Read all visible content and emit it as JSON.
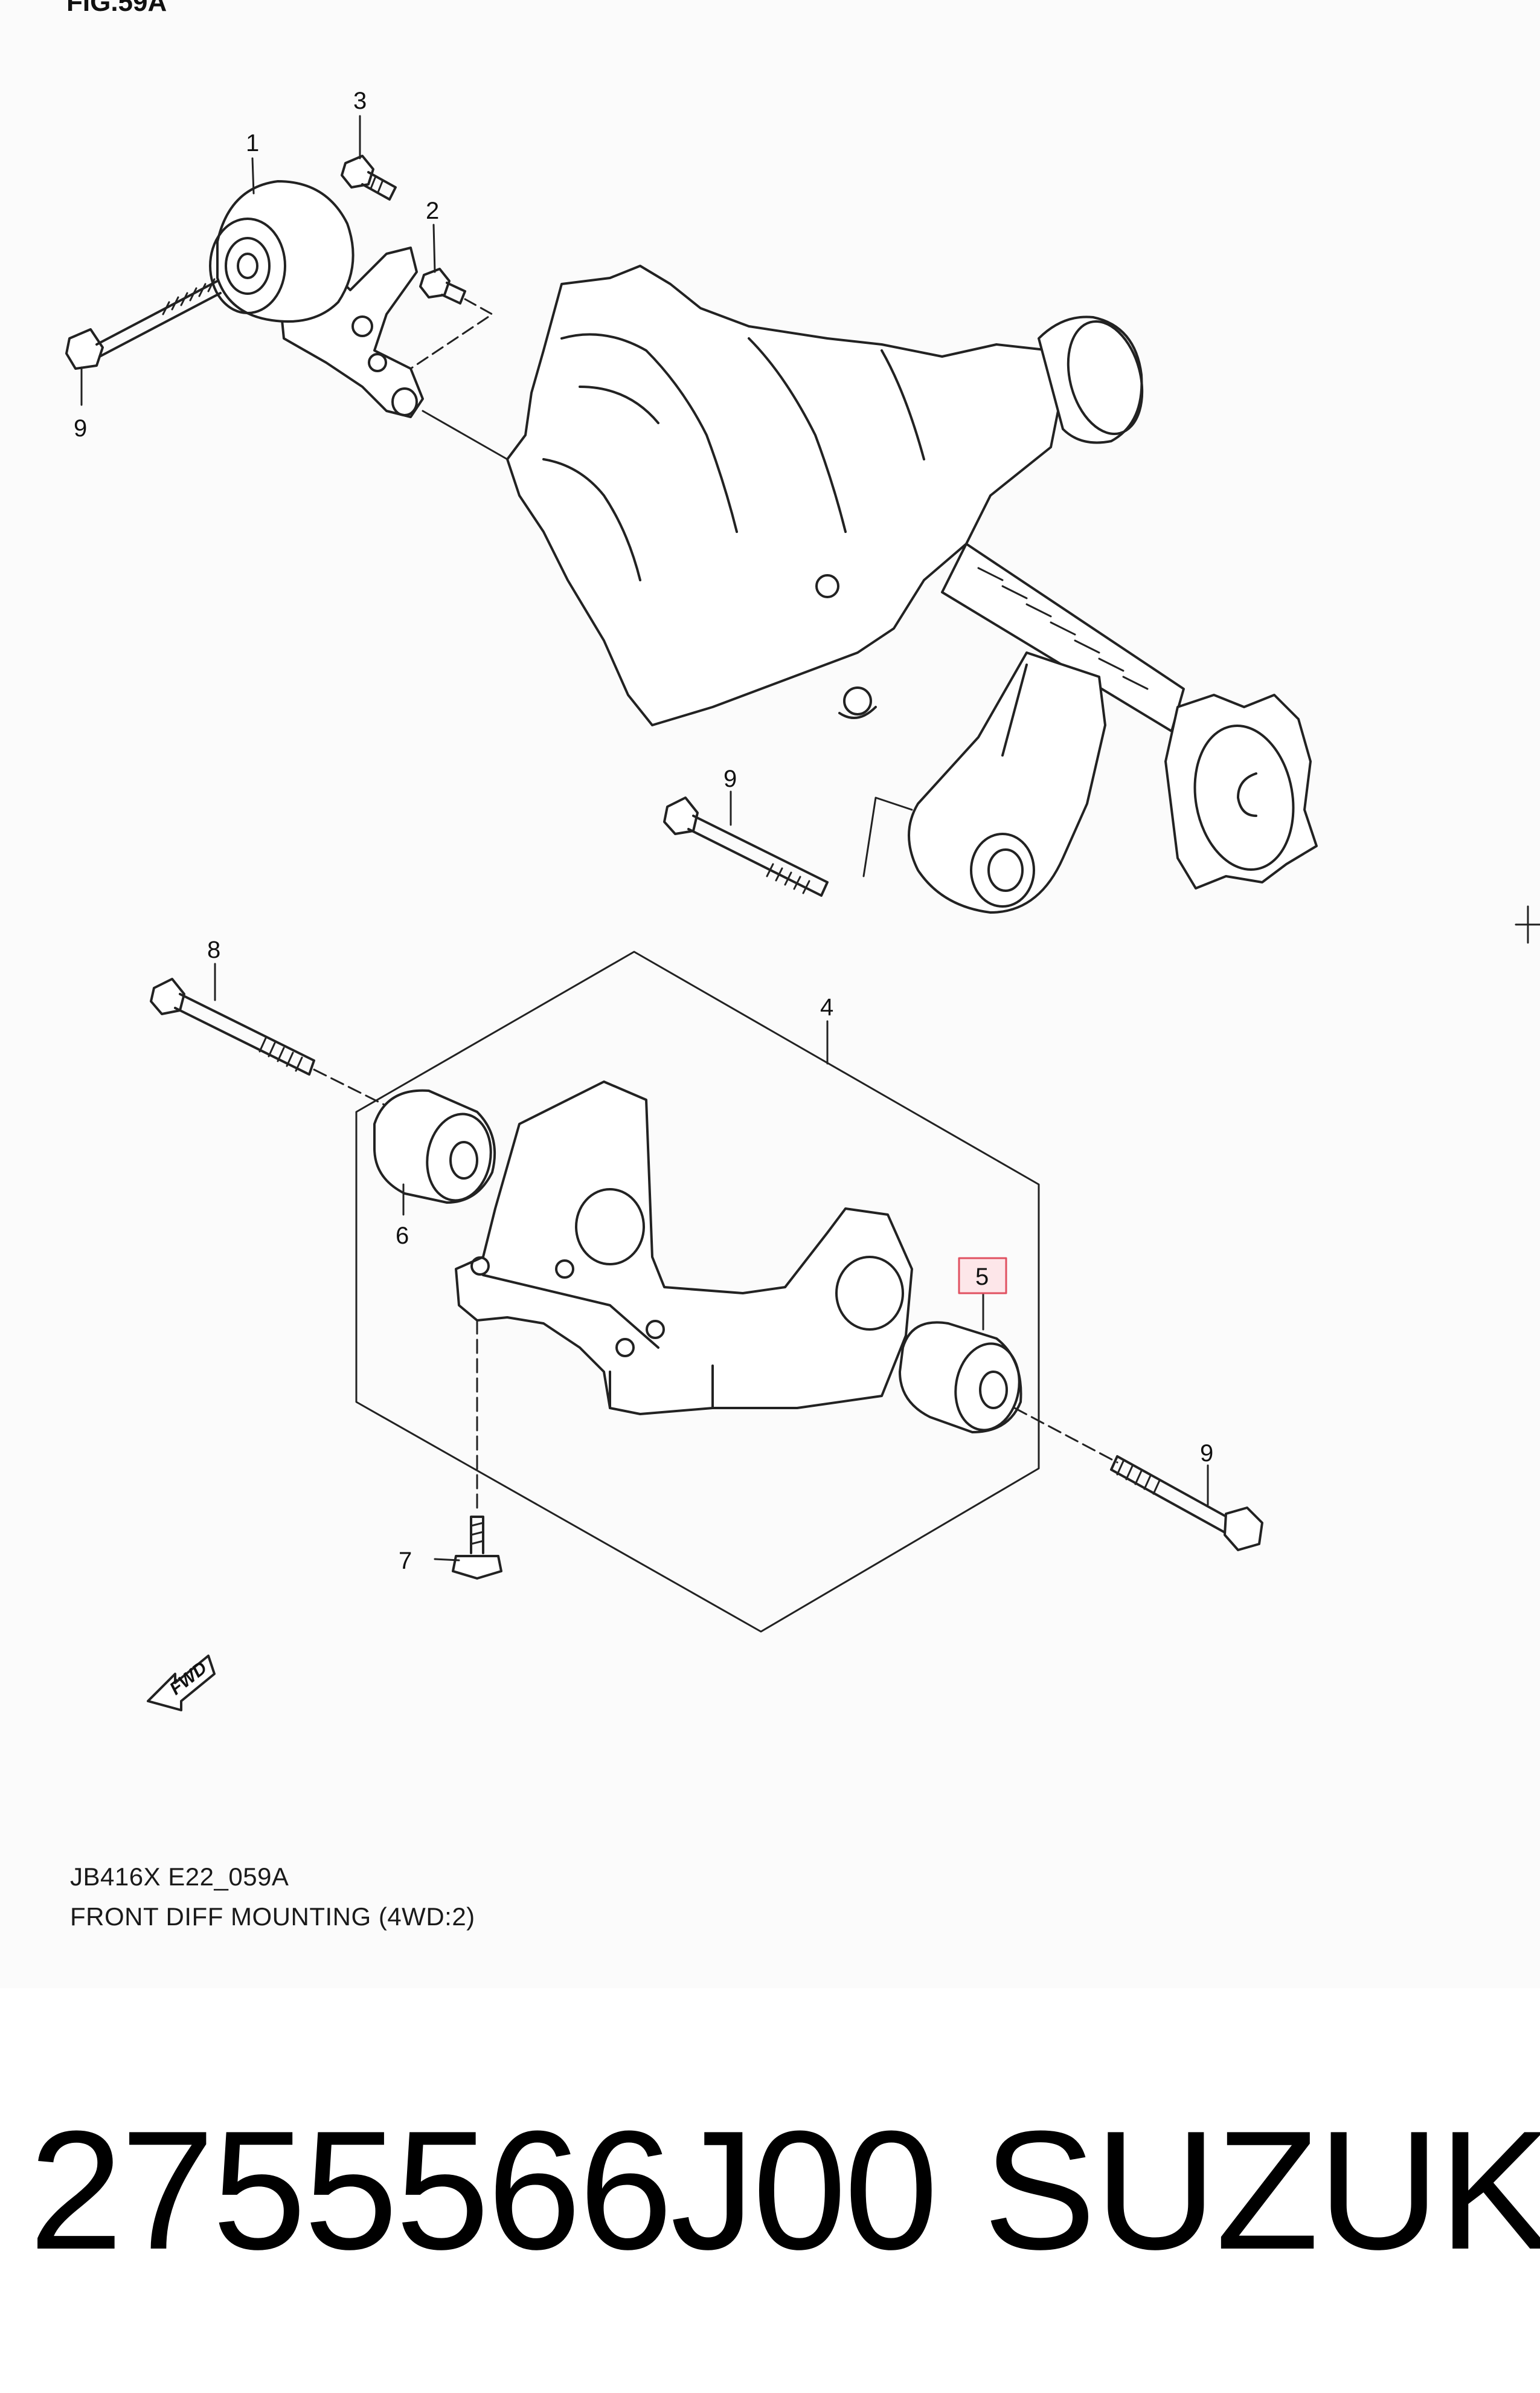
{
  "diagram": {
    "fig_title": "FIG.59A",
    "caption_code": "JB416X E22_059A",
    "caption_title": "FRONT DIFF MOUNTING (4WD:2)",
    "fwd_arrow_text": "FWD",
    "highlight_color": "#e05060",
    "part_labels": {
      "p1": "1",
      "p2": "2",
      "p3": "3",
      "p4": "4",
      "p5": "5",
      "p6": "6",
      "p7": "7",
      "p8": "8",
      "p9a": "9",
      "p9b": "9",
      "p9c": "9"
    }
  },
  "product": {
    "part_number": "2755566J00",
    "brand": "SUZUKI"
  }
}
